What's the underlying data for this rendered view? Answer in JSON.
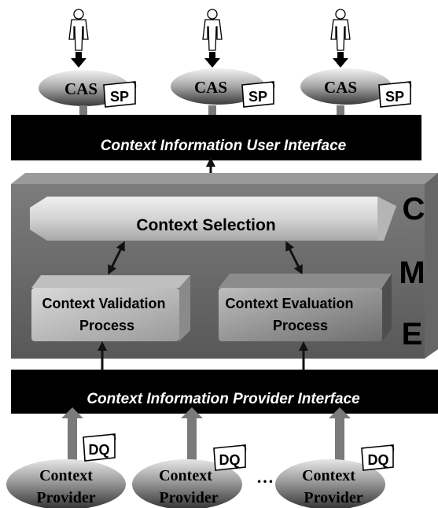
{
  "top": {
    "users": [
      "user",
      "user",
      "user"
    ],
    "cas_label": "CAS",
    "sp_label": "SP"
  },
  "user_interface_label": "Context Information User Interface",
  "cme": {
    "letters": [
      "C",
      "M",
      "E"
    ],
    "context_selection": "Context Selection",
    "validation": {
      "line1": "Context Validation",
      "line2": "Process"
    },
    "evaluation": {
      "line1": "Context Evaluation",
      "line2": "Process"
    }
  },
  "provider_interface_label": "Context Information Provider Interface",
  "bottom": {
    "dq_label": "DQ",
    "provider": {
      "line1": "Context",
      "line2": "Provider"
    },
    "ellipsis": "…"
  }
}
